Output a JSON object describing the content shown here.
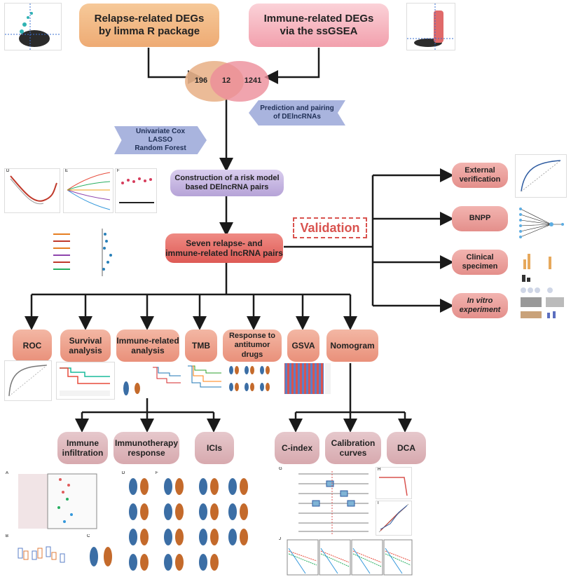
{
  "top": {
    "relapse_box": "Relapse-related DEGs\nby limma R package",
    "immune_box": "Immune-related DEGs\nvia the ssGSEA"
  },
  "venn": {
    "left": "196",
    "middle": "12",
    "right": "1241"
  },
  "arrows": {
    "prediction": "Prediction and pairing\nof DElncRNAs",
    "methods": "Univariate Cox\nLASSO\nRandom Forest"
  },
  "construction": "Construction of a risk model\nbased DElncRNA pairs",
  "seven_pairs": "Seven relapse- and\nimmune-related lncRNA pairs",
  "validation": {
    "label": "Validation",
    "items": [
      "External\nverification",
      "BNPP",
      "Clinical\nspecimen",
      "In vitro\nexperiment"
    ]
  },
  "analyses": [
    "ROC",
    "Survival\nanalysis",
    "Immune-related\nanalysis",
    "TMB",
    "Response to\nantitumor\ndrugs",
    "GSVA",
    "Nomogram"
  ],
  "immune_sub": [
    "Immune\ninfiltration",
    "Immunotherapy\nresponse",
    "ICIs"
  ],
  "nomogram_sub": [
    "C-index",
    "Calibration\ncurves",
    "DCA"
  ],
  "panel_letters": [
    "D",
    "E",
    "F",
    "A",
    "B",
    "C",
    "D",
    "F",
    "G",
    "H",
    "I",
    "J"
  ],
  "colors": {
    "arrow": "#1a1a1a",
    "validation": "#d9534f"
  }
}
